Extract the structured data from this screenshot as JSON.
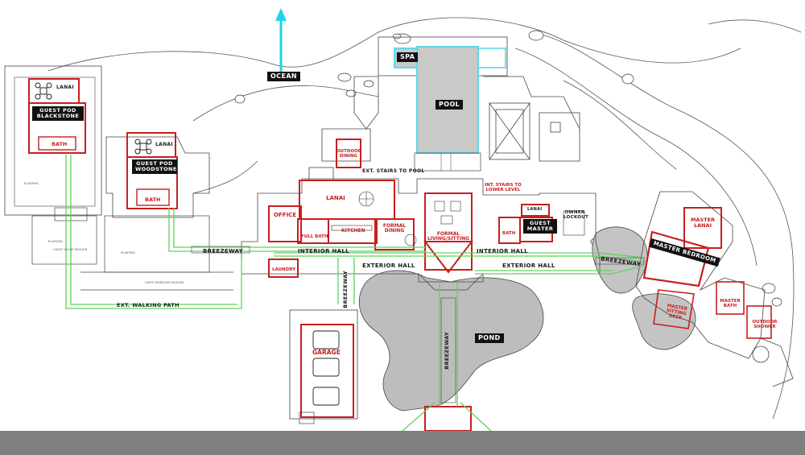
{
  "labels": {
    "ocean": "OCEAN",
    "spa": "SPA",
    "pool": "POOL",
    "pond": "POND",
    "guest_pod_blackstone": "GUEST POD BLACKSTONE",
    "guest_pod_woodstone": "GUEST POD WOODSTONE",
    "guest_master": "GUEST MASTER",
    "master_bedroom": "MASTER BEDROOM",
    "lanai_blackstone": "LANAI",
    "lanai_woodstone": "LANAI",
    "lanai_main": "LANAI",
    "lanai_guest": "LANAI",
    "master_lanai": "MASTER LANAI",
    "bath_blackstone": "BATH",
    "bath_woodstone": "BATH",
    "outdoor_dining": "OUTDOOR DINING",
    "ext_stairs_to_pool": "EXT. STAIRS TO POOL",
    "int_stairs_to_lower_level": "INT. STAIRS TO LOWER LEVEL",
    "office": "OFFICE",
    "full_bath": "FULL BATH",
    "kitchen": "KITCHEN",
    "formal_dining": "FORMAL DINING",
    "formal_living_sitting": "FORMAL LIVING/SITTING",
    "bath_guest": "BATH",
    "owner_lockout": "OWNER LOCKOUT",
    "breezeway_west": "BREEZEWAY",
    "breezeway_east": "BREEZEWAY",
    "breezeway_south": "BREEZEWAY",
    "breezeway_pond": "BREEZEWAY",
    "interior_hall_west": "INTERIOR HALL",
    "interior_hall_east": "INTERIOR HALL",
    "exterior_hall_west": "EXTERIOR HALL",
    "exterior_hall_east": "EXTERIOR HALL",
    "laundry": "LAUNDRY",
    "ext_walking_path": "EXT. WALKING PATH",
    "garage": "GARAGE",
    "master_sitting_deck": "MASTER SITTING DECK",
    "master_bath": "MASTER BATH",
    "outdoor_shower": "OUTDOOR SHOWER",
    "planting_1": "PLANTING",
    "planting_2": "PLANTING",
    "planting_3": "PLANTING",
    "guest_bedroom_pavilion": "GUEST BEDROOM PAVILION",
    "guest_house_pavilion": "GUEST HOUSE PAVILION"
  },
  "colors": {
    "room_outline": "#c81e1e",
    "path": "#5fd35a",
    "arrow": "#22d3e6",
    "pool_fill": "#c9c9c9",
    "pool_edge": "#5fd8e6",
    "pond_fill": "#bdbdbd",
    "badge_bg": "#111111",
    "footer": "#7f7f7f"
  }
}
